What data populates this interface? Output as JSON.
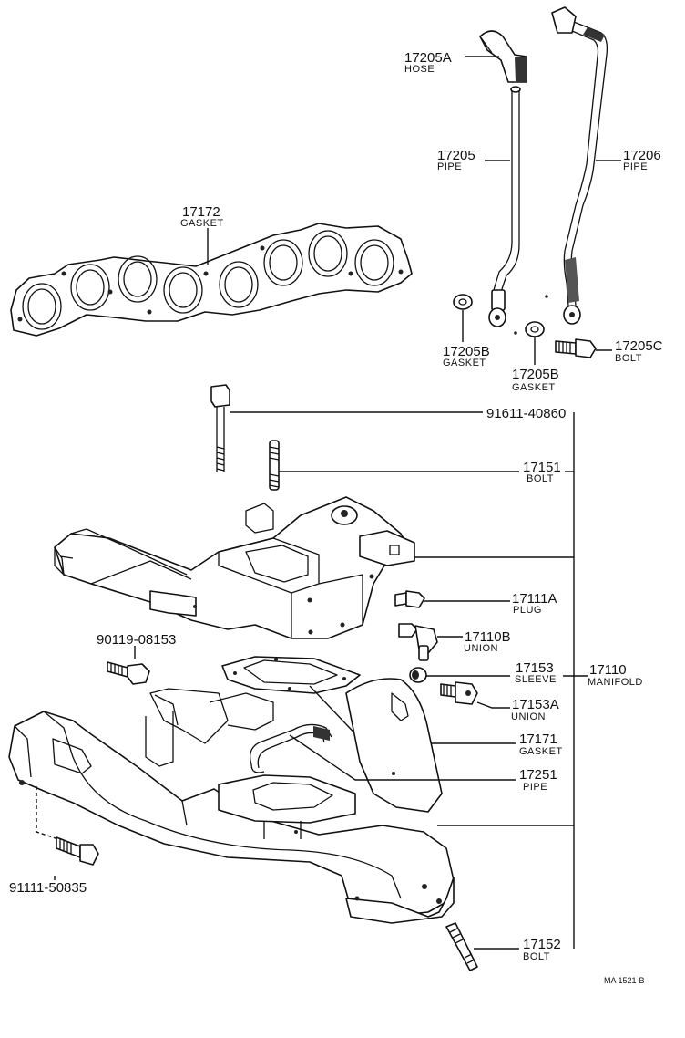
{
  "callouts": {
    "c17205A": {
      "number": "17205A",
      "name": "HOSE"
    },
    "c17205": {
      "number": "17205",
      "name": "PIPE"
    },
    "c17206": {
      "number": "17206",
      "name": "PIPE"
    },
    "c17172": {
      "number": "17172",
      "name": "GASKET"
    },
    "c17205B_1": {
      "number": "17205B",
      "name": "GASKET"
    },
    "c17205B_2": {
      "number": "17205B",
      "name": "GASKET"
    },
    "c17205C": {
      "number": "17205C",
      "name": "BOLT"
    },
    "c91611": {
      "number": "91611-40860"
    },
    "c17151": {
      "number": "17151",
      "name": "BOLT"
    },
    "c17111A": {
      "number": "17111A",
      "name": "PLUG"
    },
    "c90119": {
      "number": "90119-08153"
    },
    "c17110B": {
      "number": "17110B",
      "name": "UNION"
    },
    "c17153": {
      "number": "17153",
      "name": "SLEEVE"
    },
    "c17110": {
      "number": "17110",
      "name": "MANIFOLD"
    },
    "c17153A": {
      "number": "17153A",
      "name": "UNION"
    },
    "c17171": {
      "number": "17171",
      "name": "GASKET"
    },
    "c17251": {
      "number": "17251",
      "name": "PIPE"
    },
    "c91111": {
      "number": "91111-50835"
    },
    "c17152": {
      "number": "17152",
      "name": "BOLT"
    }
  },
  "drawing_code": "MA 1521-B"
}
